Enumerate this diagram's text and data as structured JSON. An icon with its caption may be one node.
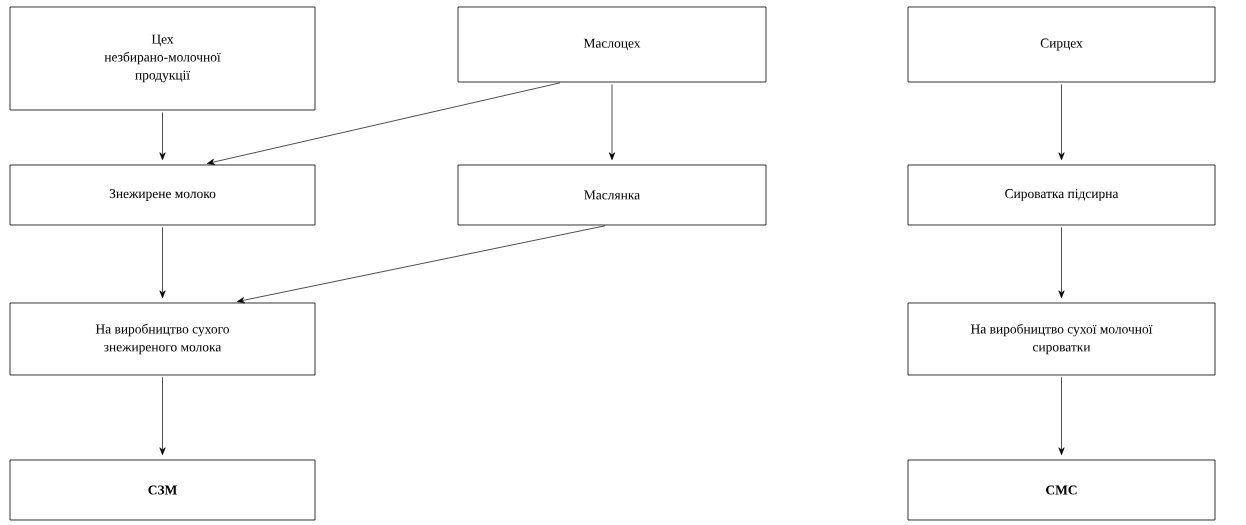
{
  "diagram": {
    "nodes": [
      {
        "text": [
          "Цех незбирано-молочної продукції"
        ]
      },
      {
        "text": [
          "Маслоцех"
        ]
      },
      {
        "text": [
          "Сирцех"
        ]
      },
      {
        "text": [
          "Знежирене молоко"
        ]
      },
      {
        "text": [
          "Маслянка"
        ]
      },
      {
        "text": [
          "Сироватка підсирна"
        ]
      },
      {
        "text": [
          "На виробництво сухого знежиреного молока"
        ]
      },
      {
        "text": [
          "На виробництво сухої молочної сироватки"
        ]
      },
      {
        "text": [
          "СЗМ"
        ]
      },
      {
        "text": [
          "СМС"
        ]
      }
    ],
    "edges": [
      {
        "from": 0,
        "to": 3,
        "arrow": "to"
      },
      {
        "from": 1,
        "to": 3,
        "arrow": "to"
      },
      {
        "from": 1,
        "to": 4,
        "arrow": "to"
      },
      {
        "from": 2,
        "to": 5,
        "arrow": "to"
      },
      {
        "from": 3,
        "to": 6,
        "arrow": "to"
      },
      {
        "from": 4,
        "to": 6,
        "arrow": "to"
      },
      {
        "from": 5,
        "to": 7,
        "arrow": "to"
      },
      {
        "from": 6,
        "to": 8,
        "arrow": "to"
      },
      {
        "from": 7,
        "to": 9,
        "arrow": "to"
      }
    ]
  }
}
